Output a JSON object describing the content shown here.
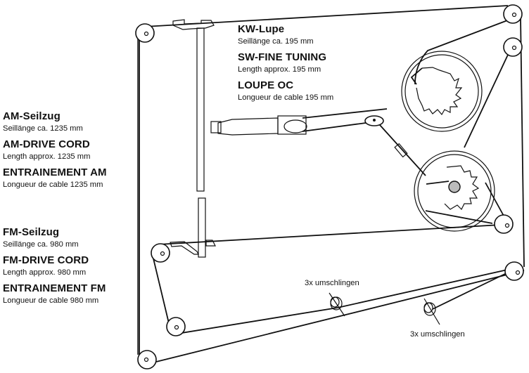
{
  "diagram": {
    "title": "Drive cord stringing diagram",
    "am_cord": {
      "title_de": "AM-Seilzug",
      "length_de": "Seillänge ca. 1235 mm",
      "title_en": "AM-DRIVE CORD",
      "length_en": "Length approx. 1235 mm",
      "title_fr": "ENTRAINEMENT AM",
      "length_fr": "Longueur de cable 1235 mm"
    },
    "fm_cord": {
      "title_de": "FM-Seilzug",
      "length_de": "Seillänge ca. 980 mm",
      "title_en": "FM-DRIVE CORD",
      "length_en": "Length approx. 980 mm",
      "title_fr": "ENTRAINEMENT FM",
      "length_fr": "Longueur de cable 980 mm"
    },
    "sw_fine_cord": {
      "title_de": "KW-Lupe",
      "length_de": "Seillänge ca. 195 mm",
      "title_en": "SW-FINE TUNING",
      "length_en": "Length approx. 195 mm",
      "title_fr": "LOUPE OC",
      "length_fr": "Longueur de cable 195 mm"
    },
    "wrap_notes": [
      "3x umschlingen",
      "3x umschlingen"
    ]
  }
}
